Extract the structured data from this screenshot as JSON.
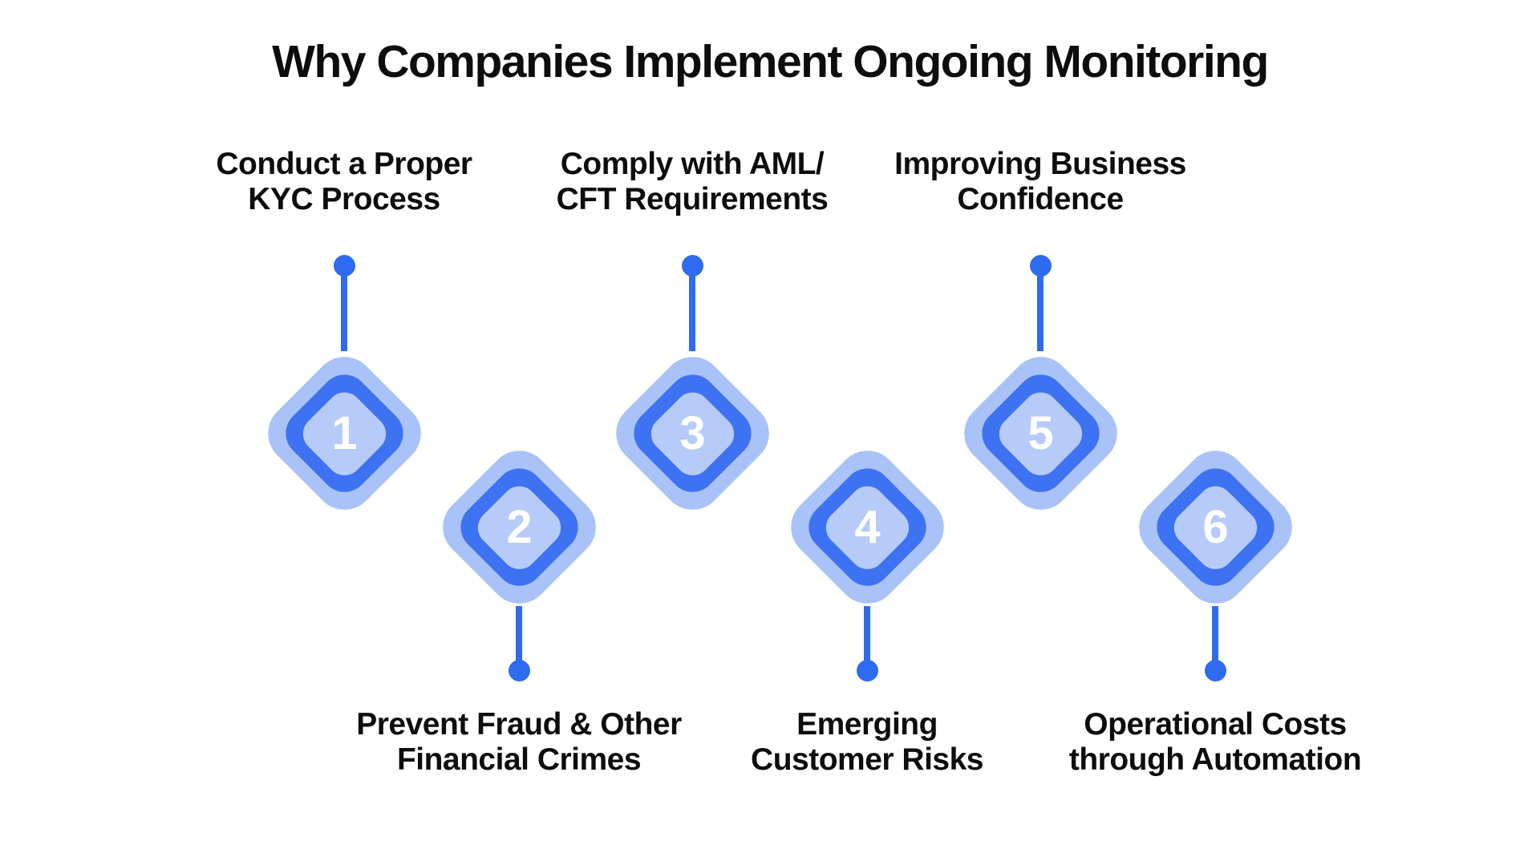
{
  "title": "Why Companies Implement Ongoing Monitoring",
  "colors": {
    "accent": "#2f6bf0",
    "ring": "#3d72f2",
    "outer": "#a9c2f8",
    "inner": "#b6cbfa",
    "number": "#ffffff",
    "text": "#0d0d10",
    "background": "#ffffff"
  },
  "items": [
    {
      "number": "1",
      "label": "Conduct a Proper\nKYC Process",
      "label_position": "above"
    },
    {
      "number": "2",
      "label": "Prevent Fraud & Other\nFinancial Crimes",
      "label_position": "below"
    },
    {
      "number": "3",
      "label": "Comply with AML/\nCFT Requirements",
      "label_position": "above"
    },
    {
      "number": "4",
      "label": "Emerging\nCustomer Risks",
      "label_position": "below"
    },
    {
      "number": "5",
      "label": "Improving Business\nConfidence",
      "label_position": "above"
    },
    {
      "number": "6",
      "label": "Operational Costs\nthrough Automation",
      "label_position": "below"
    }
  ]
}
